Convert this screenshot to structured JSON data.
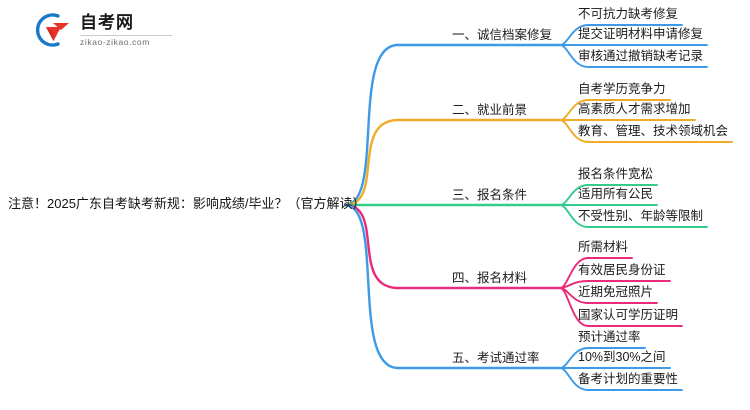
{
  "logo": {
    "name": "自考网",
    "url": "zikao-zikao.com",
    "mark_icon": "graduation-cap-icon",
    "arc_color": "#1a78c8",
    "cap_color": "#e8332a"
  },
  "mindmap": {
    "root": {
      "label": "注意！2025广东自考缺考新规：影响成绩/毕业？（官方解读）"
    },
    "branches": [
      {
        "label": "一、诚信档案修复",
        "color": "#3d9ae8",
        "children": [
          "不可抗力缺考修复",
          "提交证明材料申请修复",
          "审核通过撤销缺考记录"
        ]
      },
      {
        "label": "二、就业前景",
        "color": "#f0ab28",
        "children": [
          "自考学历竞争力",
          "高素质人才需求增加",
          "教育、管理、技术领域机会"
        ]
      },
      {
        "label": "三、报名条件",
        "color": "#33cc8d",
        "children": [
          "报名条件宽松",
          "适用所有公民",
          "不受性别、年龄等限制"
        ]
      },
      {
        "label": "四、报名材料",
        "color": "#ec2a7b",
        "children": [
          "所需材料",
          "有效居民身份证",
          "近期免冠照片",
          "国家认可学历证明"
        ]
      },
      {
        "label": "五、考试通过率",
        "color": "#3d9ae8",
        "children": [
          "预计通过率",
          "10%到30%之间",
          "备考计划的重要性"
        ]
      }
    ]
  }
}
